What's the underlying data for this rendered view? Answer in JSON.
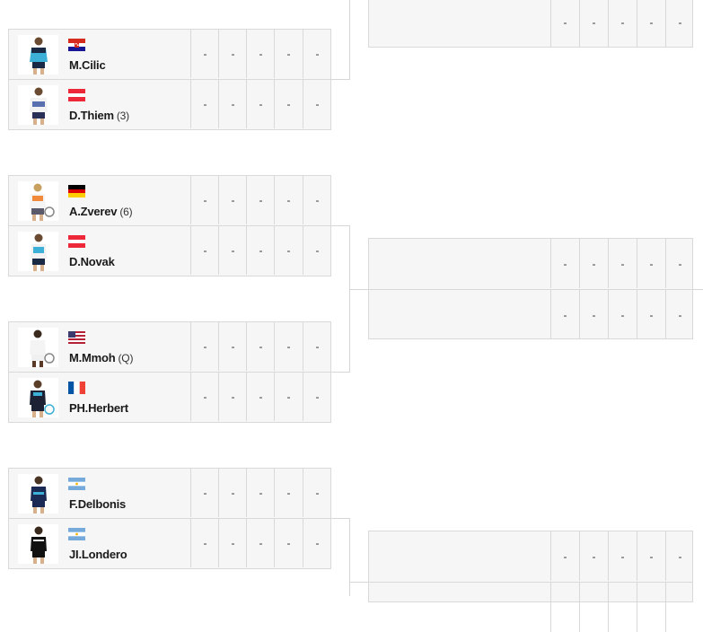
{
  "players": {
    "cilic": {
      "name": "M.Cilic",
      "seed": "",
      "flag": "croatia-flag"
    },
    "thiem": {
      "name": "D.Thiem",
      "seed": "(3)",
      "flag": "austria-flag"
    },
    "zverev": {
      "name": "A.Zverev",
      "seed": "(6)",
      "flag": "germany-flag"
    },
    "novak": {
      "name": "D.Novak",
      "seed": "",
      "flag": "austria-flag"
    },
    "mmoh": {
      "name": "M.Mmoh",
      "seed": "(Q)",
      "flag": "usa-flag"
    },
    "herbert": {
      "name": "PH.Herbert",
      "seed": "",
      "flag": "france-flag"
    },
    "delbonis": {
      "name": "F.Delbonis",
      "seed": "",
      "flag": "argentina-flag"
    },
    "londero": {
      "name": "JI.Londero",
      "seed": "",
      "flag": "argentina-flag"
    }
  },
  "score_placeholder": "-",
  "colors": {
    "border": "#d9d9d9",
    "row_bg": "#f6f6f6",
    "connector": "#d6d6d6"
  }
}
